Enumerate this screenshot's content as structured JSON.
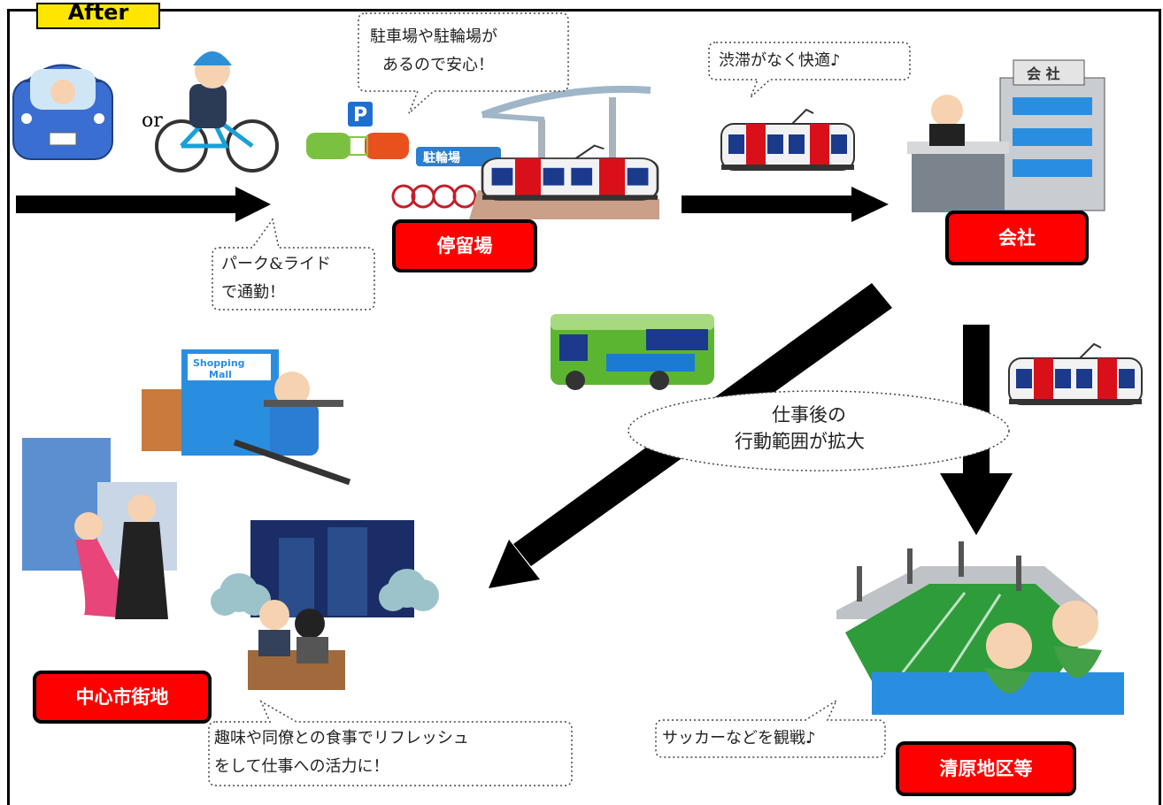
{
  "header": {
    "badge": "After"
  },
  "commute": {
    "or_text": "or",
    "parking_sign": "P",
    "bicycle_parking_sign": "駐輪場",
    "company_sign": "会 社",
    "mall_sign_line1": "Shopping",
    "mall_sign_line2": "Mall"
  },
  "bubbles": {
    "parking": [
      "駐車場や駐輪場が",
      "あるので安心！"
    ],
    "no_traffic": [
      "渋滞がなく快適♪"
    ],
    "park_ride": [
      "パーク&ライド",
      "で通勤！"
    ],
    "after_work": [
      "仕事後の",
      "行動範囲が拡大"
    ],
    "refresh": [
      "趣味や同僚との食事でリフレッシュ",
      "をして仕事への活力に！"
    ],
    "soccer": [
      "サッカーなどを観戦♪"
    ]
  },
  "labels": {
    "stop": "停留場",
    "company": "会社",
    "downtown": "中心市街地",
    "kiyohara": "清原地区等"
  },
  "colors": {
    "label_bg": "#ff0000",
    "badge_bg": "#ffe600",
    "tram_red": "#d9101a",
    "bus_green": "#5cb531"
  }
}
